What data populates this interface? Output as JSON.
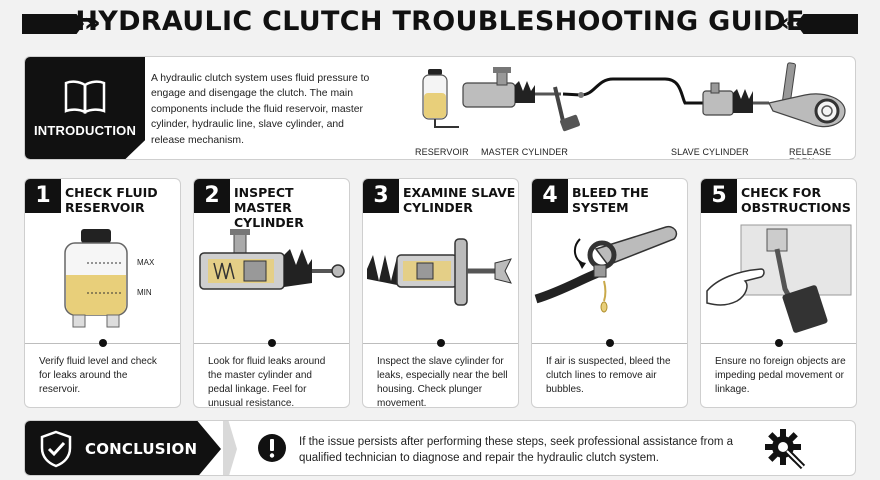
{
  "title": "HYDRAULIC CLUTCH TROUBLESHOOTING GUIDE",
  "intro": {
    "label": "INTRODUCTION",
    "icon": "open-book-icon",
    "text": "A hydraulic clutch system uses fluid pressure to engage and disengage the clutch. The main components include the fluid reservoir, master cylinder, hydraulic line, slave cylinder, and release mechanism.",
    "components": [
      "RESERVOIR",
      "MASTER CYLINDER",
      "SLAVE CYLINDER",
      "RELEASE FORK"
    ]
  },
  "steps": [
    {
      "number": "1",
      "title": "CHECK FLUID RESERVOIR",
      "max_label": "MAX",
      "min_label": "MIN",
      "text": "Verify fluid level and check for leaks around the reservoir."
    },
    {
      "number": "2",
      "title": "INSPECT MASTER CYLINDER",
      "text": "Look for fluid leaks around the master cylinder and pedal linkage. Feel for unusual resistance."
    },
    {
      "number": "3",
      "title": "EXAMINE SLAVE CYLINDER",
      "text": "Inspect the slave cylinder for leaks, especially near the bell housing. Check plunger movement."
    },
    {
      "number": "4",
      "title": "BLEED THE SYSTEM",
      "text": "If air is suspected, bleed the clutch lines to remove air bubbles."
    },
    {
      "number": "5",
      "title": "CHECK FOR OBSTRUCTIONS",
      "text": "Ensure no foreign objects are impeding pedal movement or linkage."
    }
  ],
  "conclusion": {
    "label": "CONCLUSION",
    "icon": "shield-check-icon",
    "text": "If the issue persists after performing these steps, seek professional assistance from a qualified technician to diagnose and repair the hydraulic clutch system."
  },
  "colors": {
    "ink": "#111111",
    "fluid": "#e8cf7a",
    "panel": "#ffffff",
    "background": "#f2f2f2"
  }
}
